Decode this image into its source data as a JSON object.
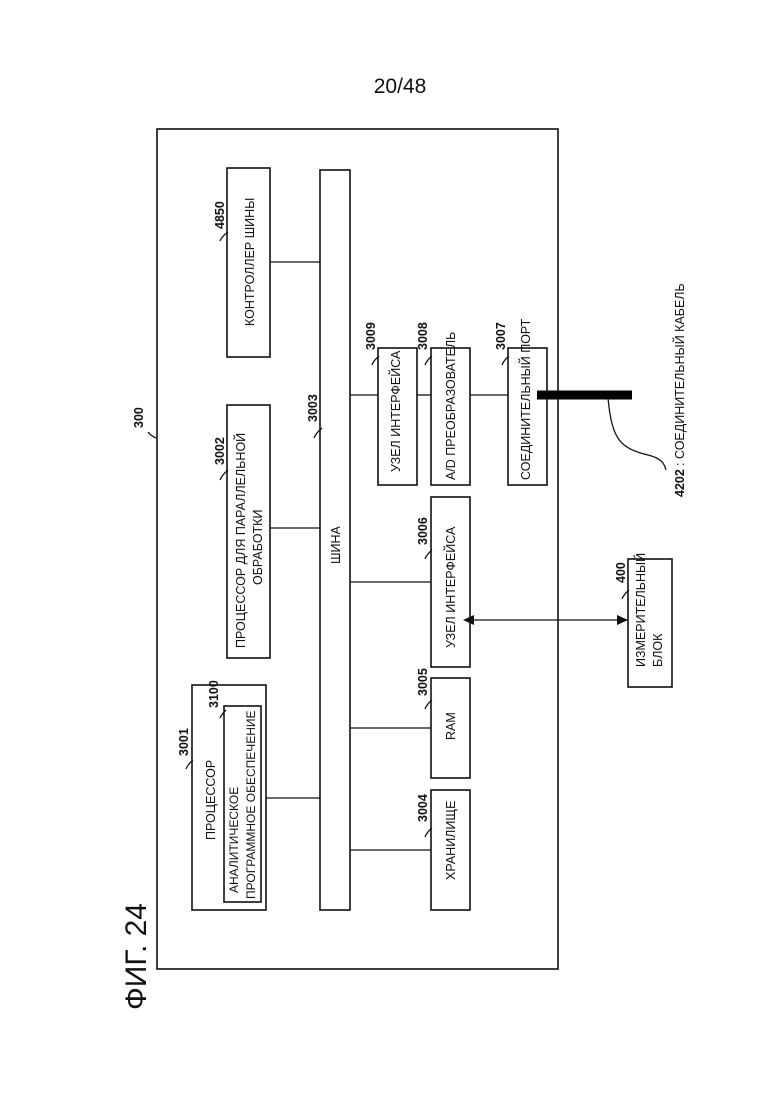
{
  "page_number": "20/48",
  "figure_title": "ФИГ. 24",
  "refs": {
    "device": "300",
    "processor": "3001",
    "software": "3100",
    "parallel_processor": "3002",
    "bus": "3003",
    "storage": "3004",
    "ram": "3005",
    "interface_a": "3006",
    "connector_port": "3007",
    "ad_converter": "3008",
    "interface_b": "3009",
    "bus_controller": "4850",
    "measurement_unit": "400",
    "cable": "4202"
  },
  "labels": {
    "processor": "ПРОЦЕССОР",
    "software_line1": "АНАЛИТИЧЕСКОЕ",
    "software_line2": "ПРОГРАММНОЕ ОБЕСПЕЧЕНИЕ",
    "parallel_line1": "ПРОЦЕССОР ДЛЯ ПАРАЛЛЕЛЬНОЙ",
    "parallel_line2": "ОБРАБОТКИ",
    "bus_controller": "КОНТРОЛЛЕР ШИНЫ",
    "bus": "ШИНА",
    "storage": "ХРАНИЛИЩЕ",
    "ram": "RAM",
    "interface_a": "УЗЕЛ ИНТЕРФЕЙСА",
    "interface_b": "УЗЕЛ ИНТЕРФЕЙСА",
    "ad_converter": "A/D ПРЕОБРАЗОВАТЕЛЬ",
    "connector_port": "СОЕДИНИТЕЛЬНЫЙ ПОРТ",
    "measurement_line1": "ИЗМЕРИТЕЛЬНЫЙ",
    "measurement_line2": "БЛОК",
    "cable": ": СОЕДИНИТЕЛЬНЫЙ КАБЕЛЬ"
  }
}
